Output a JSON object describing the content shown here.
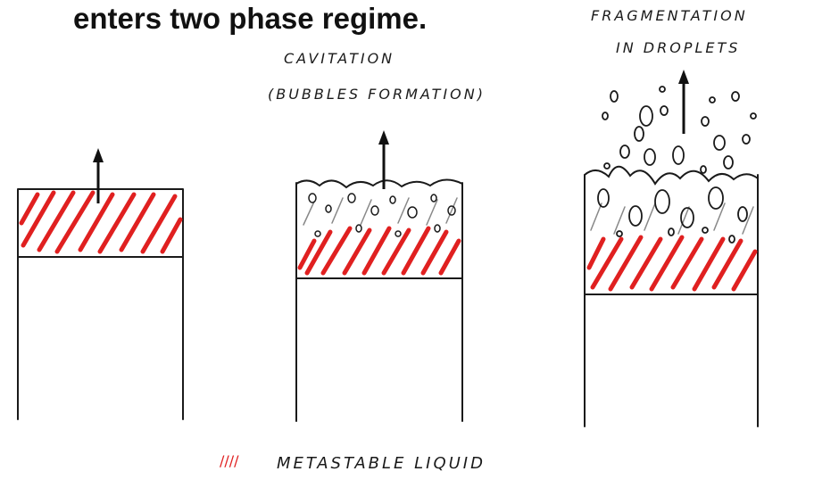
{
  "title": "enters two phase regime.",
  "annotations": {
    "cavitation": "CAVITATION",
    "bubbles": "(BUBBLES FORMATION)",
    "fragmentation": "FRAGMENTATION",
    "droplets": "IN DROPLETS"
  },
  "legend": {
    "symbol": "////",
    "label": "METASTABLE LIQUID"
  },
  "colors": {
    "metastable_hatch": "#e02020",
    "ink": "#1a1a1a"
  }
}
